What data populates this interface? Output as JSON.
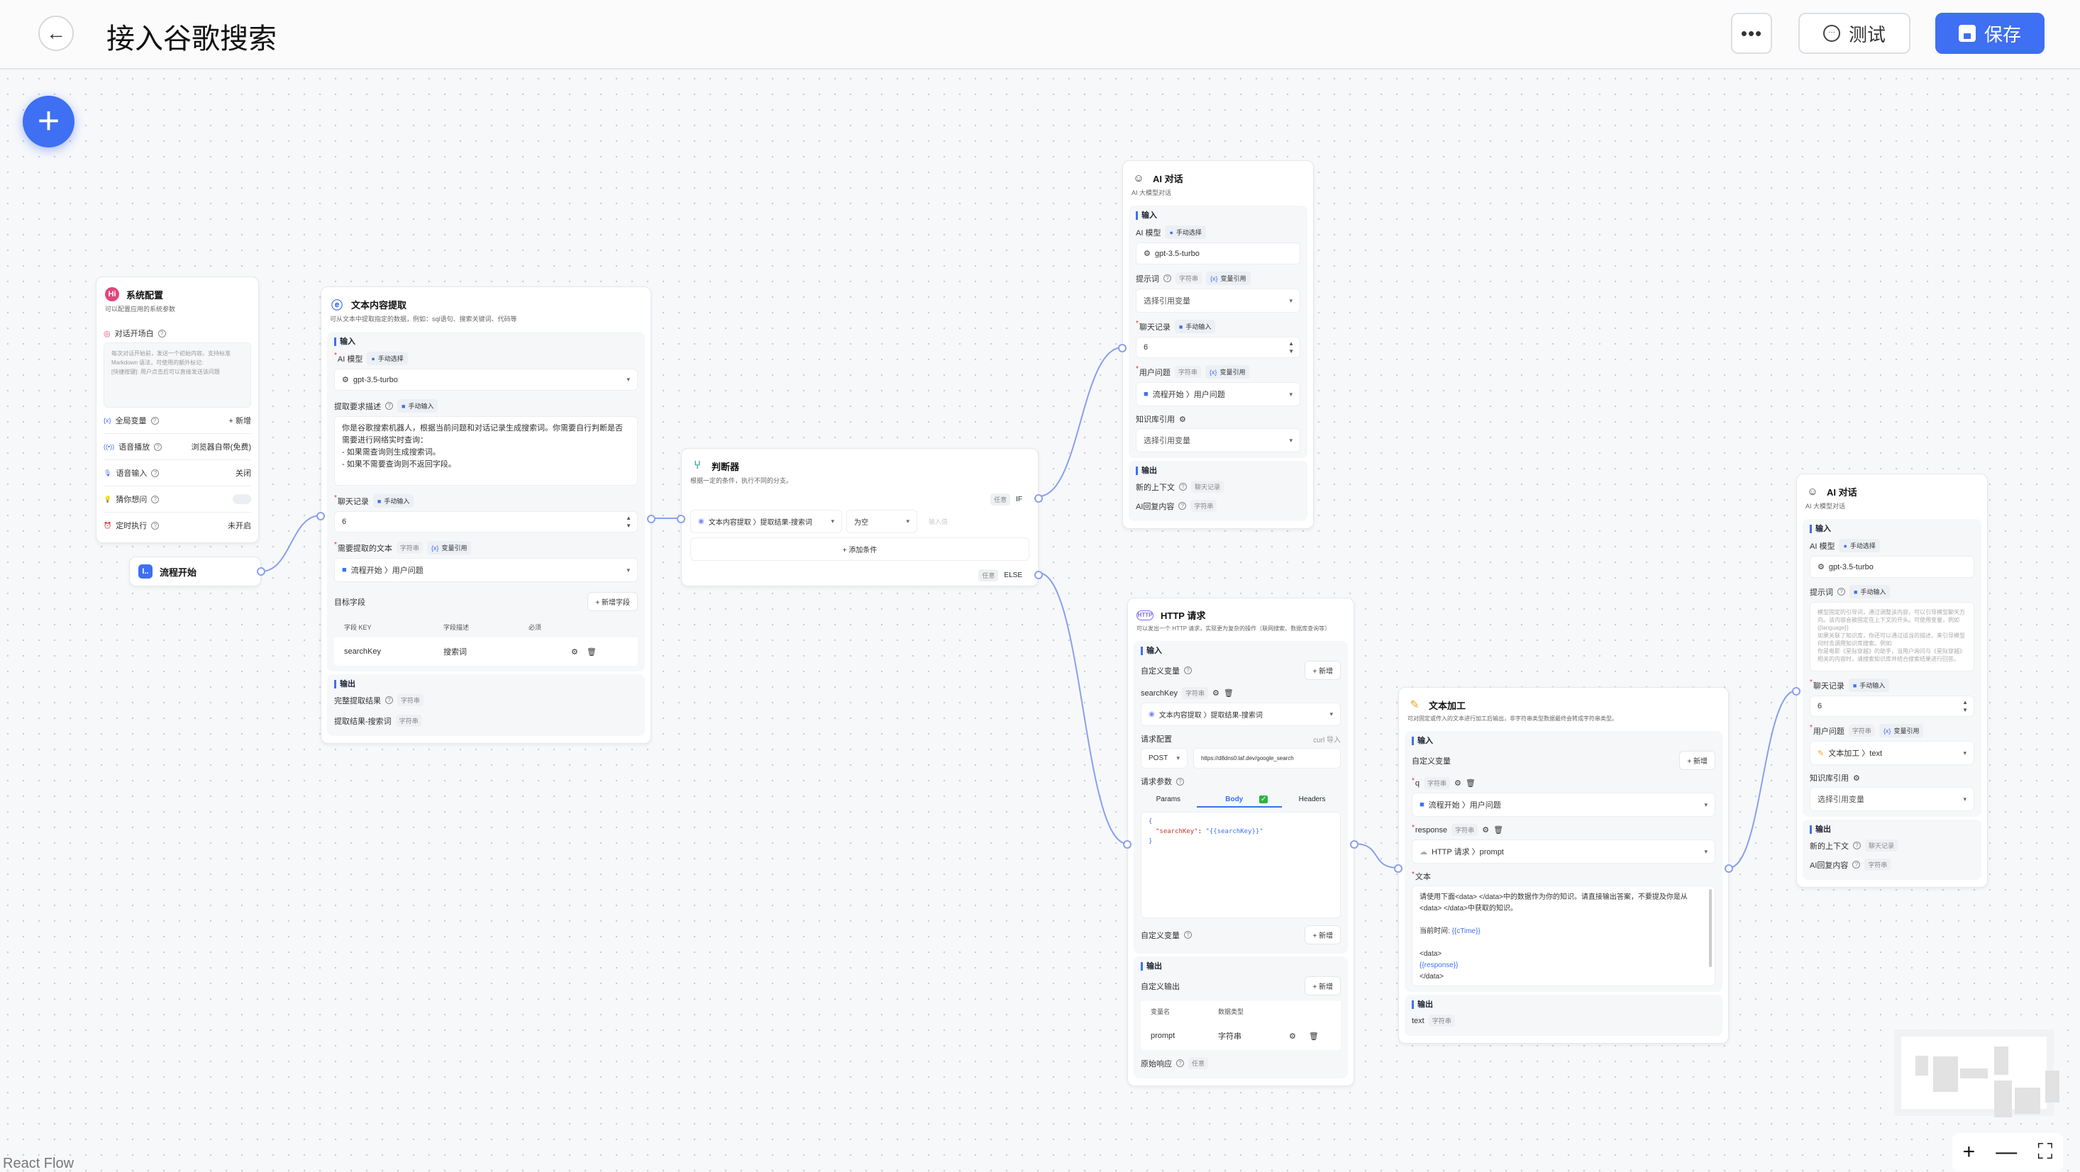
{
  "header": {
    "title": "接入谷歌搜索",
    "more_label": "•••",
    "test_label": "测试",
    "save_label": "保存"
  },
  "colors": {
    "accent": "#3f6ff2",
    "edge": "#8aa0ee"
  },
  "system_config": {
    "title": "系统配置",
    "icon": "Hi",
    "desc": "可以配置应用的系统参数",
    "welcome_label": "对话开场白",
    "welcome_placeholder": "每次对话开始前，发送一个初始内容。支持标准 Markdown 语法，可使用的额外标记:\n[快捷按键]: 用户点击后可以直接发送该问题",
    "rows": [
      {
        "label": "全局变量",
        "value": "+ 新增",
        "icon": "variable-icon"
      },
      {
        "label": "语音播放",
        "value": "浏览器自带(免费)",
        "icon": "broadcast-icon"
      },
      {
        "label": "语音输入",
        "value": "关闭",
        "icon": "microphone-icon"
      },
      {
        "label": "猜你想问",
        "value": "",
        "icon": "lightbulb-icon",
        "toggle": false
      },
      {
        "label": "定时执行",
        "value": "未开启",
        "icon": "alarm-icon"
      }
    ]
  },
  "start": {
    "title": "流程开始",
    "icon": "I.."
  },
  "extract": {
    "title": "文本内容提取",
    "desc": "可从文本中提取指定的数据，例如：sql语句、搜索关键词、代码等",
    "input": "输入",
    "model_label": "AI 模型",
    "model_tag": "手动选择",
    "model": "gpt-3.5-turbo",
    "desc_label": "提取要求描述",
    "desc_tag": "手动输入",
    "prompt": "你是谷歌搜索机器人，根据当前问题和对话记录生成搜索词。你需要自行判断是否需要进行网络实时查询：\n- 如果需查询则生成搜索词。\n- 如果不需要查询则不返回字段。",
    "history_label": "聊天记录",
    "history_tag": "手动输入",
    "history": "6",
    "text_label": "需要提取的文本",
    "text_type": "字符串",
    "text_tag": "变量引用",
    "text_ref": "流程开始 〉用户问题",
    "fields_label": "目标字段",
    "add_field": "+ 新增字段",
    "cols": [
      "字段 KEY",
      "字段描述",
      "必须"
    ],
    "field_rows": [
      {
        "key": "searchKey",
        "desc": "搜索词"
      }
    ],
    "output": "输出",
    "outputs": [
      {
        "label": "完整提取结果",
        "type": "字符串",
        "help": true
      },
      {
        "label": "提取结果-搜索词",
        "type": "字符串",
        "help": false
      }
    ]
  },
  "judge": {
    "title": "判断器",
    "desc": "根据一定的条件，执行不同的分支。",
    "if_tag": "任意",
    "if_label": "IF",
    "cond_ref": "文本内容提取 〉提取结果-搜索词",
    "cond_op": "为空",
    "cond_value_placeholder": "输入值",
    "add_cond": "+  添加条件",
    "else_tag": "任意",
    "else_label": "ELSE"
  },
  "ai1": {
    "title": "AI 对话",
    "desc": "AI 大模型对话",
    "input": "输入",
    "model_label": "AI 模型",
    "model_tag": "手动选择",
    "model": "gpt-3.5-turbo",
    "prompt_label": "提示词",
    "prompt_type": "字符串",
    "prompt_tag": "变量引用",
    "prompt_value": "选择引用变量",
    "history_label": "聊天记录",
    "history_tag": "手动输入",
    "history": "6",
    "q_label": "用户问题",
    "q_type": "字符串",
    "q_tag": "变量引用",
    "q_ref": "流程开始 〉用户问题",
    "kb_label": "知识库引用",
    "kb_value": "选择引用变量",
    "output": "输出",
    "out1": "新的上下文",
    "out1_type": "聊天记录",
    "out2": "AI回复内容",
    "out2_type": "字符串"
  },
  "http": {
    "title": "HTTP 请求",
    "desc": "可以发出一个 HTTP 请求，实现更为复杂的操作（联网搜索、数据库查询等）",
    "input": "输入",
    "custom_var": "自定义变量",
    "add": "+ 新增",
    "var_name": "searchKey",
    "var_type": "字符串",
    "var_ref": "文本内容提取 〉提取结果-搜索词",
    "req_label": "请求配置",
    "curl": "curl 导入",
    "method": "POST",
    "url": "https://d8dns0.laf.dev/google_search",
    "params_label": "请求参数",
    "tabs": [
      "Params",
      "Body",
      "Headers"
    ],
    "body_open": "{",
    "body_key": "\"searchKey\"",
    "body_colon": ": ",
    "body_val": "\"{{searchKey}}\"",
    "body_close": "}",
    "custom_var2": "自定义变量",
    "output": "输出",
    "custom_out": "自定义输出",
    "cols": [
      "变量名",
      "数据类型"
    ],
    "out_rows": [
      {
        "name": "prompt",
        "type": "字符串"
      }
    ],
    "raw_label": "原始响应",
    "raw_type": "任意"
  },
  "textproc": {
    "title": "文本加工",
    "desc": "可对固定或传入的文本进行加工后输出，非字符串类型数据最终会转成字符串类型。",
    "input": "输入",
    "custom_var": "自定义变量",
    "add": "+ 新增",
    "v1": "q",
    "v1_type": "字符串",
    "v1_ref": "流程开始 〉用户问题",
    "v2": "response",
    "v2_type": "字符串",
    "v2_ref": "HTTP 请求 〉prompt",
    "text_label": "文本",
    "t1": "请使用下面<data> </data>中的数据作为你的知识。请直接输出答案，不要提及你是从<data> </data>中获取的知识。",
    "t2": "当前时间: ",
    "t2v": "{{cTime}}",
    "t3": "<data>",
    "t4": "{{response}}",
    "t5": "</data>",
    "output": "输出",
    "out": "text",
    "out_type": "字符串"
  },
  "ai2": {
    "title": "AI 对话",
    "desc": "AI 大模型对话",
    "input": "输入",
    "model_label": "AI 模型",
    "model_tag": "手动选择",
    "model": "gpt-3.5-turbo",
    "prompt_label": "提示词",
    "prompt_tag": "手动输入",
    "prompt_placeholder": "模型固定的引导词，通过调整该内容，可以引导模型聊天方向。该内容会被固定在上下文的开头。可使用变量，例如 {{language}}\n如果关联了知识库，你还可以通过适当的描述，来引导模型何时去调用知识库搜索。例如:\n你是电影《星际穿越》的助手，当用户询问与《星际穿越》相关的内容时，请搜索知识库并结合搜索结果进行回答。",
    "history_label": "聊天记录",
    "history_tag": "手动输入",
    "history": "6",
    "q_label": "用户问题",
    "q_type": "字符串",
    "q_tag": "变量引用",
    "q_ref": "文本加工 〉text",
    "kb_label": "知识库引用",
    "kb_value": "选择引用变量",
    "output": "输出",
    "out1": "新的上下文",
    "out1_type": "聊天记录",
    "out2": "AI回复内容",
    "out2_type": "字符串"
  },
  "footer": {
    "attribution": "React Flow",
    "zoom_in": "+",
    "zoom_out": "—",
    "fit": "⛶"
  }
}
